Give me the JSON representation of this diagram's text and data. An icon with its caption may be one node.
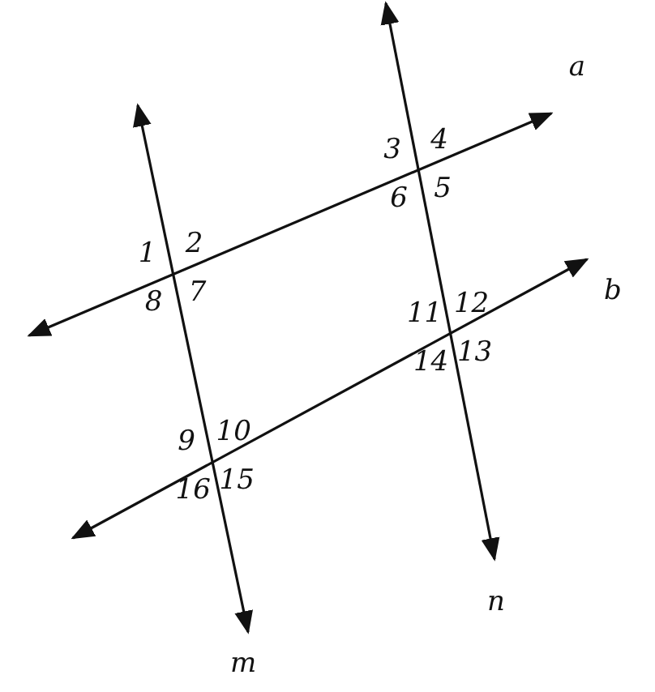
{
  "diagram": {
    "labels": [
      "4",
      "3",
      "a",
      "6",
      "5",
      "2",
      "1",
      "8",
      "7",
      "12",
      "11",
      "b",
      "14",
      "13",
      "10",
      "9",
      "16",
      "15",
      "n",
      "m"
    ]
  }
}
